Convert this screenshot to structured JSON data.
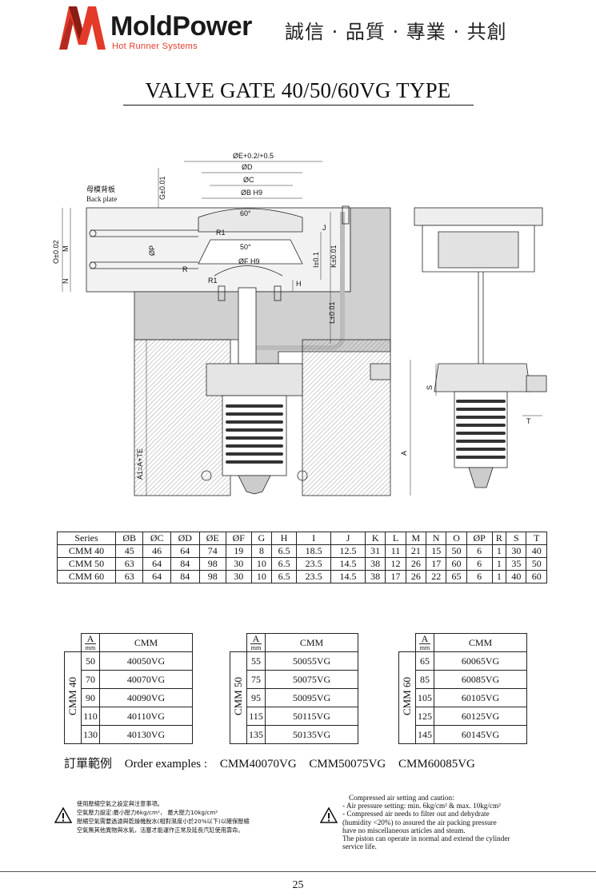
{
  "header": {
    "brand": "MoldPower",
    "tagline": "Hot Runner Systems",
    "slogan": "誠信 · 品質 · 專業 · 共創",
    "colors": {
      "brand_red": "#e33a2a",
      "brand_dark": "#1a1a1a"
    }
  },
  "title": "VALVE GATE 40/50/60VG TYPE",
  "drawing": {
    "label_cn": "母模背板",
    "label_en": "Back plate",
    "dims": {
      "phiE": "ØE+0.2/+0.5",
      "phiD": "ØD",
      "phiC": "ØC",
      "phiB": "ØB H9",
      "g": "G±0.01",
      "angle60": "60°",
      "r1_top": "R1",
      "angle50": "50°",
      "phiF": "ØF H9",
      "r": "R",
      "r1_bottom": "R1",
      "phiP": "ØP",
      "o": "O±0.02",
      "m": "M",
      "n": "N",
      "j": "J",
      "i": "I±0.1",
      "k": "K±0.01",
      "h": "H",
      "l": "L±0.01",
      "a1": "A1=A+TE",
      "s": "S",
      "a": "A",
      "t": "T"
    }
  },
  "spec_table": {
    "headers": [
      "Series",
      "ØB",
      "ØC",
      "ØD",
      "ØE",
      "ØF",
      "G",
      "H",
      "I",
      "J",
      "K",
      "L",
      "M",
      "N",
      "O",
      "ØP",
      "R",
      "S",
      "T"
    ],
    "rows": [
      [
        "CMM 40",
        "45",
        "46",
        "64",
        "74",
        "19",
        "8",
        "6.5",
        "18.5",
        "12.5",
        "31",
        "11",
        "21",
        "15",
        "50",
        "6",
        "1",
        "30",
        "40"
      ],
      [
        "CMM 50",
        "63",
        "64",
        "84",
        "98",
        "30",
        "10",
        "6.5",
        "23.5",
        "14.5",
        "38",
        "12",
        "26",
        "17",
        "60",
        "6",
        "1",
        "35",
        "50"
      ],
      [
        "CMM 60",
        "63",
        "64",
        "84",
        "98",
        "30",
        "10",
        "6.5",
        "23.5",
        "14.5",
        "38",
        "17",
        "26",
        "22",
        "65",
        "6",
        "1",
        "40",
        "60"
      ]
    ]
  },
  "order_tables": [
    {
      "series": "CMM 40",
      "head_a": "A",
      "head_unit": "mm",
      "head_cmm": "CMM",
      "rows": [
        [
          "50",
          "40050VG"
        ],
        [
          "70",
          "40070VG"
        ],
        [
          "90",
          "40090VG"
        ],
        [
          "110",
          "40110VG"
        ],
        [
          "130",
          "40130VG"
        ]
      ]
    },
    {
      "series": "CMM 50",
      "head_a": "A",
      "head_unit": "mm",
      "head_cmm": "CMM",
      "rows": [
        [
          "55",
          "50055VG"
        ],
        [
          "75",
          "50075VG"
        ],
        [
          "95",
          "50095VG"
        ],
        [
          "115",
          "50115VG"
        ],
        [
          "135",
          "50135VG"
        ]
      ]
    },
    {
      "series": "CMM 60",
      "head_a": "A",
      "head_unit": "mm",
      "head_cmm": "CMM",
      "rows": [
        [
          "65",
          "60065VG"
        ],
        [
          "85",
          "60085VG"
        ],
        [
          "105",
          "60105VG"
        ],
        [
          "125",
          "60125VG"
        ],
        [
          "145",
          "60145VG"
        ]
      ]
    }
  ],
  "order_examples": {
    "label_cn": "訂單範例",
    "label_en": "Order examples :",
    "examples": [
      "CMM40070VG",
      "CMM50075VG",
      "CMM60085VG"
    ]
  },
  "caution_cn": [
    "使用壓縮空氣之設定與注意事項。",
    "空氣壓力設定:最小壓力6kg/cm²， 最大壓力10kg/cm²",
    "壓縮空氣需要過濾與乾燥機脫水(相對濕度小於20%以下)以確保壓縮",
    "空氣無其他異物與水氣，活塞才能運作正常及延長汽缸使用壽命。"
  ],
  "caution_en": [
    "Compressed air setting and caution:",
    "- Air pressure setting: min. 6kg/cm² & max. 10kg/cm²",
    "- Compressed air needs to filter out and dehydrate",
    "(humidity <20%) to assured the air packing pressure",
    "have no miscellaneous articles and steam.",
    "The piston can operate in normal and extend the cylinder",
    "service life."
  ],
  "page_number": "25"
}
